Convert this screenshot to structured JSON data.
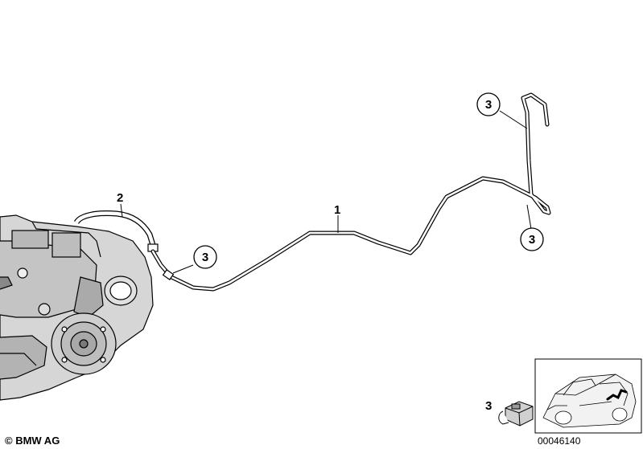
{
  "callouts": {
    "pipe_main": "1",
    "hose_small": "2",
    "clip_a": "3",
    "clip_b": "3",
    "clip_c": "3",
    "inset_part": "3"
  },
  "footer": {
    "copyright": "© BMW AG",
    "diagram_number": "00046140"
  },
  "icons": {
    "differential": "rear-differential-illustration",
    "clip": "pipe-clip-illustration",
    "vehicle": "vehicle-location-illustration"
  },
  "colors": {
    "line": "#000000",
    "background": "#ffffff",
    "shade": "#9a9a9a"
  }
}
